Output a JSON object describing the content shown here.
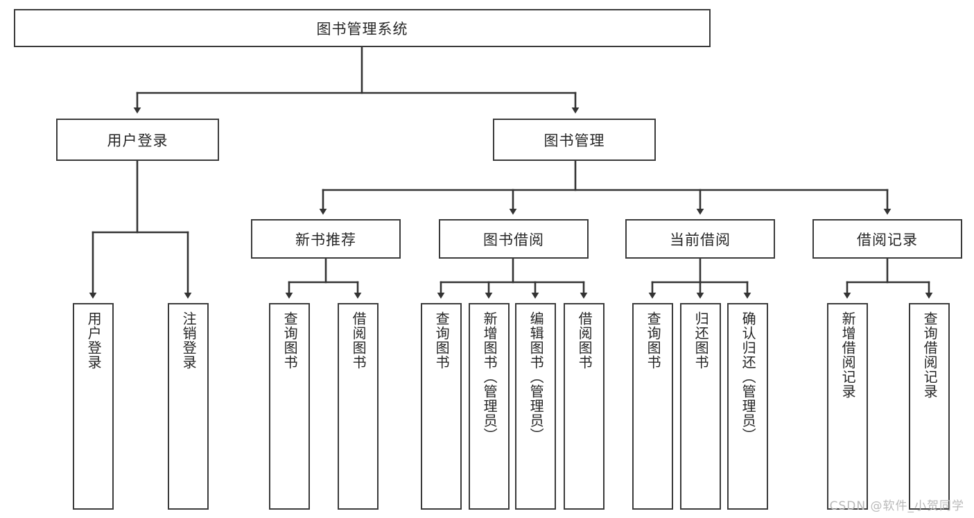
{
  "diagram": {
    "title": "图书管理系统",
    "type": "tree",
    "watermark": "CSDN @软件_小贺同学",
    "colors": {
      "box_border": "#3a3a3a",
      "box_fill": "#ffffff",
      "edge": "#333333",
      "text": "#262626",
      "watermark": "#b9b9b9",
      "background": "#ffffff"
    },
    "nodes": {
      "root": {
        "label": "图书管理系统"
      },
      "level2": [
        {
          "id": "user-login",
          "label": "用户登录"
        },
        {
          "id": "book-manage",
          "label": "图书管理"
        }
      ],
      "level3": [
        {
          "id": "new-book-rec",
          "label": "新书推荐"
        },
        {
          "id": "book-borrow",
          "label": "图书借阅"
        },
        {
          "id": "current-borrow",
          "label": "当前借阅"
        },
        {
          "id": "borrow-record",
          "label": "借阅记录"
        }
      ],
      "leaves": {
        "user-login": [
          {
            "id": "leaf-user-login",
            "label": "用户登录"
          },
          {
            "id": "leaf-logout-login",
            "label": "注销登录"
          }
        ],
        "new-book-rec": [
          {
            "id": "leaf-query-book-1",
            "label": "查询图书"
          },
          {
            "id": "leaf-borrow-book-1",
            "label": "借阅图书"
          }
        ],
        "book-borrow": [
          {
            "id": "leaf-query-book-2",
            "label": "查询图书"
          },
          {
            "id": "leaf-add-book",
            "label": "新增图书（管理员）"
          },
          {
            "id": "leaf-edit-book",
            "label": "编辑图书（管理员）"
          },
          {
            "id": "leaf-borrow-book-2",
            "label": "借阅图书"
          }
        ],
        "current-borrow": [
          {
            "id": "leaf-query-book-3",
            "label": "查询图书"
          },
          {
            "id": "leaf-return-book",
            "label": "归还图书"
          },
          {
            "id": "leaf-confirm-return",
            "label": "确认归还（管理员）"
          }
        ],
        "borrow-record": [
          {
            "id": "leaf-add-record",
            "label": "新增借阅记录"
          },
          {
            "id": "leaf-query-record",
            "label": "查询借阅记录"
          }
        ]
      }
    }
  }
}
